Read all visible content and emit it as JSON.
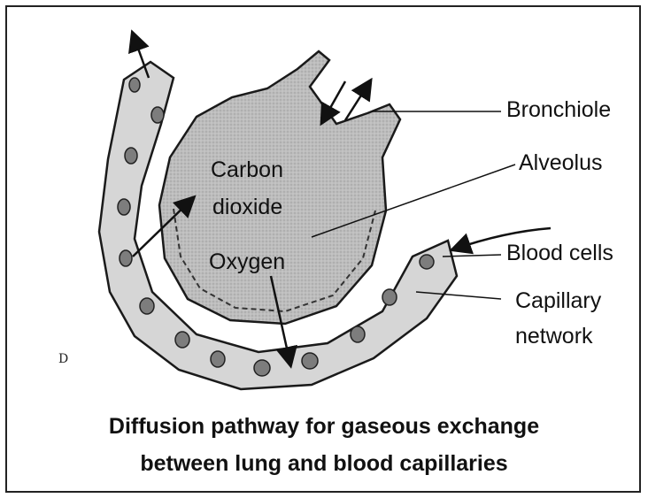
{
  "labels": {
    "bronchiole": "Bronchiole",
    "alveolus": "Alveolus",
    "blood_cells": "Blood cells",
    "capillary_line1": "Capillary",
    "capillary_line2": "network"
  },
  "inner_labels": {
    "carbon": "Carbon",
    "dioxide": "dioxide",
    "oxygen": "Oxygen"
  },
  "corner_mark": "D",
  "caption": {
    "line1": "Diffusion pathway for gaseous exchange",
    "line2": "between lung and blood capillaries"
  },
  "colors": {
    "alveolus_fill": "#b9b9b9",
    "capillary_fill": "#d9d9d9",
    "outline": "#1a1a1a"
  }
}
